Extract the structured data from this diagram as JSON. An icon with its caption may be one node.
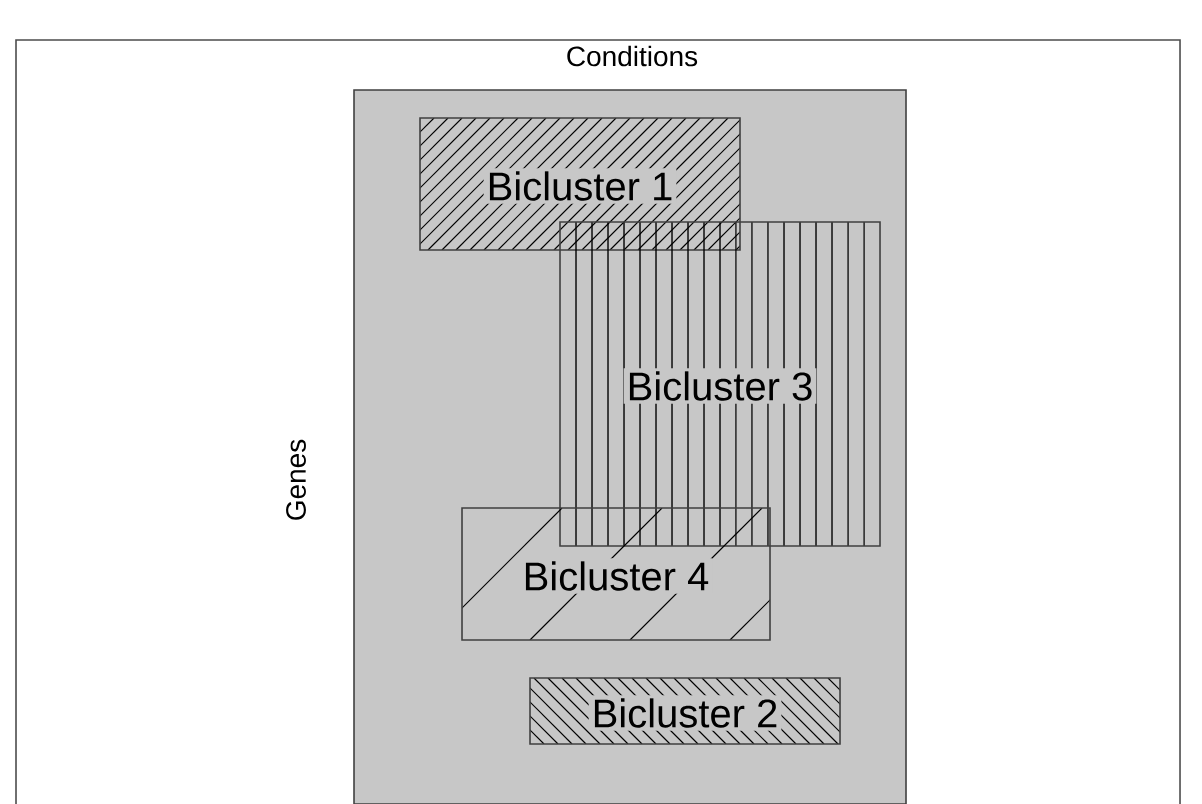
{
  "diagram": {
    "nodes": [
      {
        "text": [],
        "shape": "box"
      },
      {
        "text": [
          "Bicluster 1"
        ],
        "in": 0
      },
      {
        "text": [
          "Bicluster 3"
        ],
        "in": 0
      },
      {
        "text": [
          "Bicluster 4"
        ],
        "in": 0
      },
      {
        "text": [
          "Bicluster 2"
        ],
        "in": 0
      }
    ],
    "edges": [],
    "labels": [
      "Conditions",
      "Genes"
    ]
  }
}
